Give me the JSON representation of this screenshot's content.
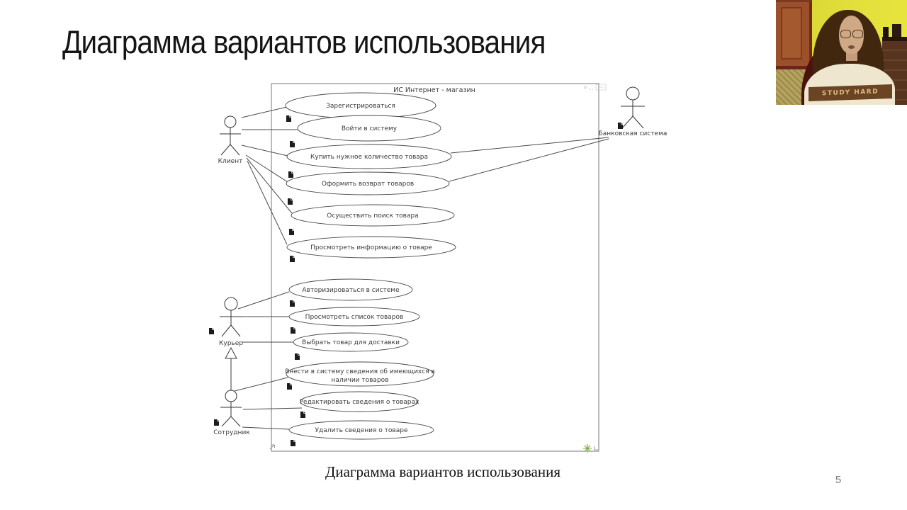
{
  "slide": {
    "title": "Диаграмма вариантов использования",
    "caption": "Диаграмма вариантов использования",
    "page_number": "5"
  },
  "diagram": {
    "system_label": "ИС Интернет - магазин",
    "actors": [
      {
        "name": "Клиент"
      },
      {
        "name": "Банковская система"
      },
      {
        "name": "Курьер"
      },
      {
        "name": "Сотрудник"
      }
    ],
    "use_cases": [
      "Зарегистрироваться",
      "Войти в систему",
      "Купить нужное количество товара",
      "Оформить возврат товаров",
      "Осуществить поиск товара",
      "Просмотреть информацию о товаре",
      "Авторизироваться в системе",
      "Просмотреть список товаров",
      "Выбрать товар для доставки",
      {
        "line1": "Внести в систему сведения об имеющихся в",
        "line2": "наличии товаров"
      },
      "Редактировать сведения о товарах",
      "Удалить сведения о товаре"
    ],
    "colors": {
      "stroke": "#4a4a4a",
      "boundary_stroke": "#777777",
      "note_icon": "#1c1c1c",
      "corner_icon_green": "#8fbf4f"
    }
  },
  "webcam": {
    "shirt_text": "STUDY HARD"
  }
}
